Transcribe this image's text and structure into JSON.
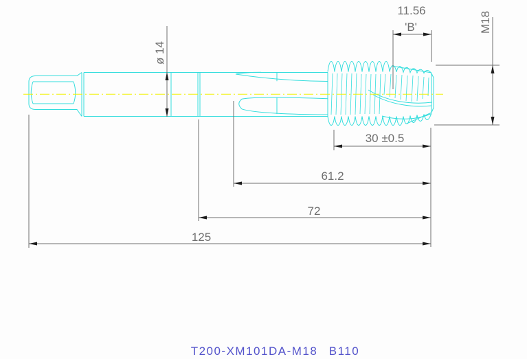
{
  "colors": {
    "background": "#fdfdfd",
    "geometry": "#33dddd",
    "centerline": "#f2f200",
    "dimension": "#6f6f6f",
    "arrow": "#1c1c1c",
    "dim_text": "#6f6f6f",
    "footer": "#5353cb"
  },
  "dimensions": {
    "point_length_value": "11.56",
    "point_length_label": "'B'",
    "thread_designation": "M18",
    "shank_diameter": "ø 14",
    "thread_length": "30 ±0.5",
    "flute_length": "61.2",
    "body_length": "72",
    "overall_length": "125"
  },
  "footer": {
    "part_number": "T200-XM101DA-M18",
    "order_code": "B110"
  }
}
